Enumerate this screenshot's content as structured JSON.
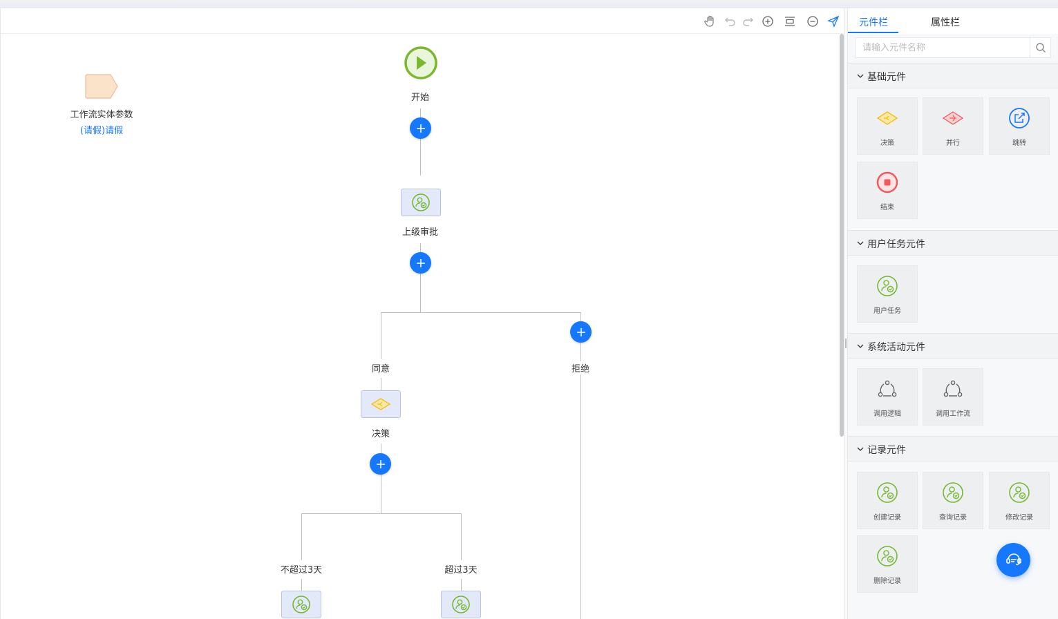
{
  "colors": {
    "accent": "#1677ff",
    "start": "#7cb82f",
    "decision": "#f5b800",
    "parallel": "#f05a5a",
    "end": "#f05a5a",
    "task": "#73b830"
  },
  "toolbar": {
    "icons": [
      "hand-icon",
      "undo-icon",
      "redo-icon",
      "zoom-in-icon",
      "fit-icon",
      "zoom-out-icon",
      "send-icon"
    ]
  },
  "entity": {
    "title": "工作流实体参数",
    "subtitle": "(请假)请假"
  },
  "flow": {
    "start_label": "开始",
    "approval_label": "上级审批",
    "branch_agree": "同意",
    "branch_reject": "拒绝",
    "decision_label": "决策",
    "branch_le3": "不超过3天",
    "branch_gt3": "超过3天"
  },
  "panel": {
    "tabs": [
      {
        "label": "元件栏"
      },
      {
        "label": "属性栏"
      }
    ],
    "search": {
      "placeholder": "请输入元件名称"
    },
    "sections": [
      {
        "title": "基础元件",
        "items": [
          {
            "label": "决策",
            "icon": "decision-icon"
          },
          {
            "label": "并行",
            "icon": "parallel-icon"
          },
          {
            "label": "跳转",
            "icon": "jump-icon"
          },
          {
            "label": "结束",
            "icon": "end-icon"
          }
        ]
      },
      {
        "title": "用户任务元件",
        "items": [
          {
            "label": "用户任务",
            "icon": "user-task-icon"
          }
        ]
      },
      {
        "title": "系统活动元件",
        "items": [
          {
            "label": "调用逻辑",
            "icon": "call-logic-icon"
          },
          {
            "label": "调用工作流",
            "icon": "call-workflow-icon"
          }
        ]
      },
      {
        "title": "记录元件",
        "items": [
          {
            "label": "创建记录",
            "icon": "create-record-icon"
          },
          {
            "label": "查询记录",
            "icon": "query-record-icon"
          },
          {
            "label": "修改记录",
            "icon": "update-record-icon"
          },
          {
            "label": "删除记录",
            "icon": "delete-record-icon"
          }
        ]
      }
    ]
  },
  "fab": {
    "icon": "assistant-icon"
  }
}
